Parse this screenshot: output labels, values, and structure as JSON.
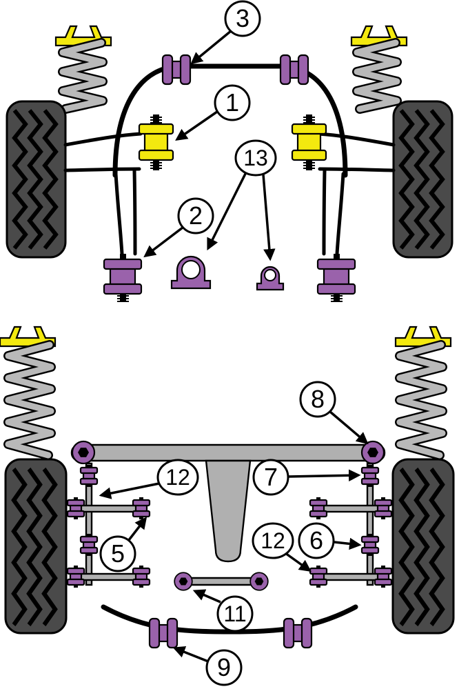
{
  "colors": {
    "background": "#ffffff",
    "outline": "#000000",
    "purple": "#9a62ab",
    "yellow": "#f3e90f",
    "metal_gray": "#b0b0b0",
    "spring_gray": "#b9b9b9",
    "tire_gray": "#4a4a4a",
    "callout_bg": "#ffffff"
  },
  "front": {
    "callouts": {
      "c1": "1",
      "c2": "2",
      "c3": "3",
      "c13": "13"
    }
  },
  "rear": {
    "callouts": {
      "c5": "5",
      "c6": "6",
      "c7": "7",
      "c8": "8",
      "c9": "9",
      "c11": "11",
      "c12_left": "12",
      "c12_right": "12"
    }
  }
}
